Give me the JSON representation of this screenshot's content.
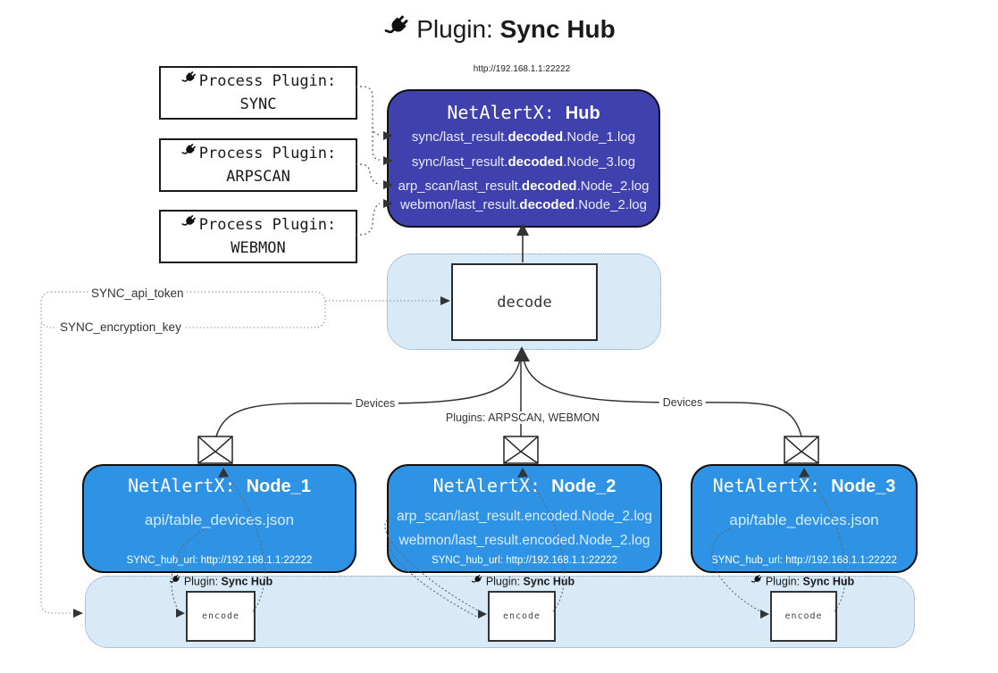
{
  "title": {
    "pre": "Plugin: ",
    "bold": "Sync Hub"
  },
  "process_plugins": {
    "heading": "Process Plugin:",
    "items": [
      {
        "name": "SYNC"
      },
      {
        "name": "ARPSCAN"
      },
      {
        "name": "WEBMON"
      }
    ]
  },
  "hub": {
    "url": "http://192.168.1.1:22222",
    "title_pre": "NetAlertX: ",
    "title_bold": "Hub",
    "logs": [
      {
        "pre": "sync/last_result.",
        "bold": "decoded",
        "post": ".Node_1.log"
      },
      {
        "pre": "sync/last_result.",
        "bold": "decoded",
        "post": ".Node_3.log"
      },
      {
        "pre": "arp_scan/last_result.",
        "bold": "decoded",
        "post": ".Node_2.log"
      },
      {
        "pre": "webmon/last_result.",
        "bold": "decoded",
        "post": ".Node_2.log"
      }
    ]
  },
  "decode": {
    "label": "decode"
  },
  "settings": {
    "api_token": "SYNC_api_token",
    "encryption_key": "SYNC_encryption_key"
  },
  "edge_labels": {
    "devices_left": "Devices",
    "plugins_center": "Plugins: ARPSCAN, WEBMON",
    "devices_right": "Devices"
  },
  "nodes": [
    {
      "title_pre": "NetAlertX: ",
      "title_bold": "Node_1",
      "lines": [
        "api/table_devices.json"
      ],
      "hub_url": "SYNC_hub_url: http://192.168.1.1:22222"
    },
    {
      "title_pre": "NetAlertX: ",
      "title_bold": "Node_2",
      "lines": [
        "arp_scan/last_result.encoded.Node_2.log",
        "webmon/last_result.encoded.Node_2.log"
      ],
      "hub_url": "SYNC_hub_url: http://192.168.1.1:22222"
    },
    {
      "title_pre": "NetAlertX: ",
      "title_bold": "Node_3",
      "lines": [
        "api/table_devices.json"
      ],
      "hub_url": "SYNC_hub_url: http://192.168.1.1:22222"
    }
  ],
  "encode": {
    "plugin_pre": "Plugin: ",
    "plugin_bold": "Sync Hub",
    "label": "encode"
  },
  "colors": {
    "hub_fill": "#3f41ae",
    "node_fill": "#2e92e5",
    "panel_fill": "#d8e9f8",
    "panel_border": "#7f9dbb",
    "line": "#333333"
  }
}
